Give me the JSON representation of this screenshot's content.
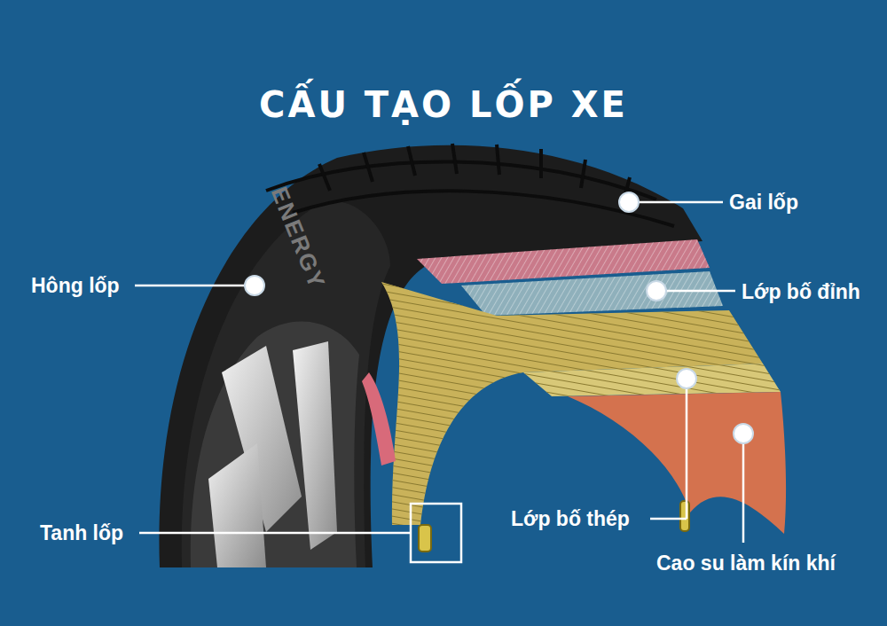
{
  "diagram": {
    "title": "CẤU TẠO LỐP XE",
    "labels": [
      "Gai lốp",
      "Hông lốp",
      "ENERGY",
      "Lớp bố đỉnh",
      "Tanh lốp",
      "Lớp bố thép",
      "Cao su làm kín khí"
    ]
  }
}
